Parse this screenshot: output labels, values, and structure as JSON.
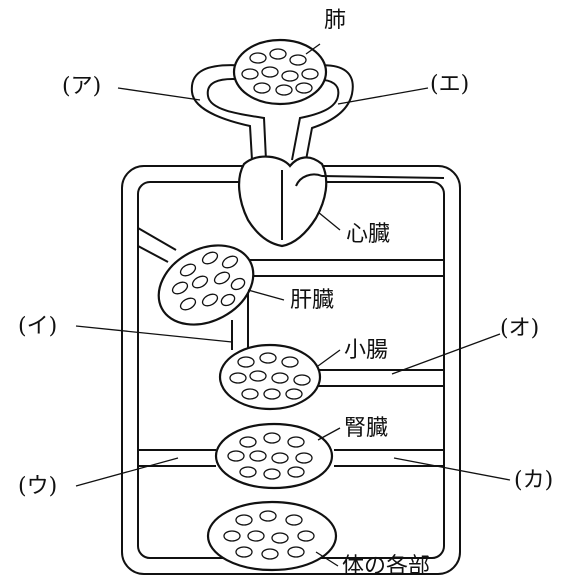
{
  "labels": {
    "lung": "肺",
    "heart": "心臓",
    "liver": "肝臓",
    "small_intestine": "小腸",
    "kidney": "腎臓",
    "body_parts": "体の各部",
    "a": "(ア)",
    "e": "(エ)",
    "i": "(イ)",
    "o": "(オ)",
    "u": "(ウ)",
    "ka": "(カ)"
  },
  "colors": {
    "line": "#111111",
    "background": "#ffffff"
  }
}
